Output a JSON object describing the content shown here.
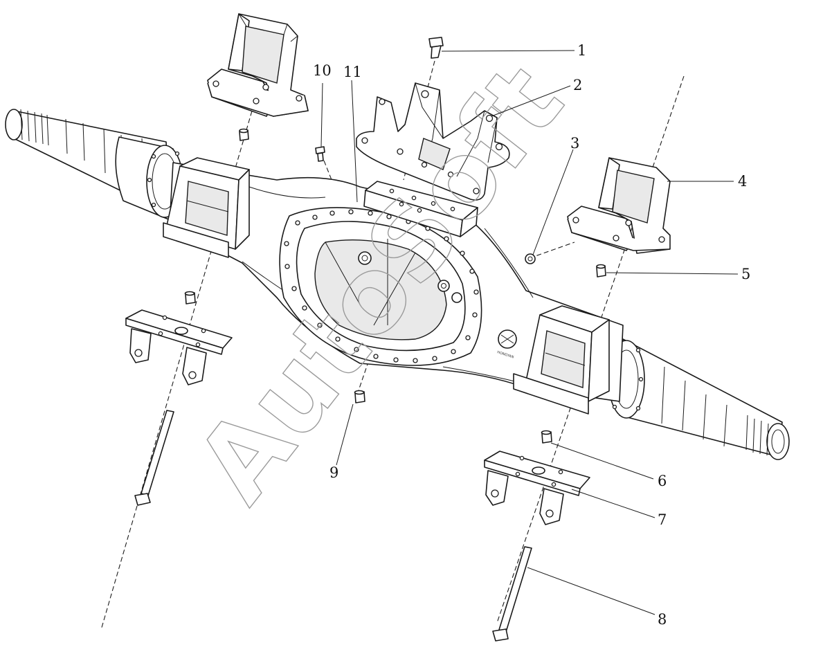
{
  "watermark": "AutoSoft",
  "brand_text": "HONGYAN",
  "callouts": [
    {
      "id": "1",
      "label": "1"
    },
    {
      "id": "2",
      "label": "2"
    },
    {
      "id": "3",
      "label": "3"
    },
    {
      "id": "4",
      "label": "4"
    },
    {
      "id": "5",
      "label": "5"
    },
    {
      "id": "6",
      "label": "6"
    },
    {
      "id": "7",
      "label": "7"
    },
    {
      "id": "8",
      "label": "8"
    },
    {
      "id": "9",
      "label": "9"
    },
    {
      "id": "10",
      "label": "10"
    },
    {
      "id": "11",
      "label": "11"
    }
  ],
  "colors": {
    "line": "#1a1a1a",
    "watermark": "#9a9a9a",
    "background": "#ffffff"
  }
}
